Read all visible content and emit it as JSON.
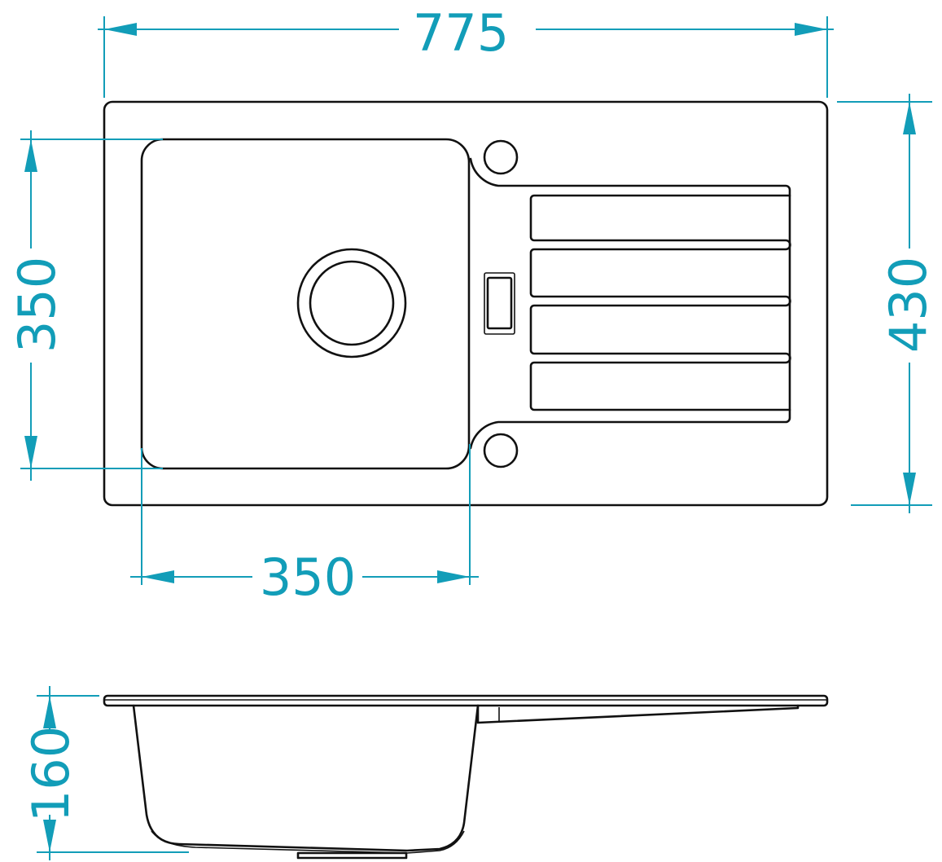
{
  "dimensions": {
    "overall_width": "775",
    "overall_depth": "430",
    "bowl_depth_front": "350",
    "bowl_width": "350",
    "bowl_height": "160"
  },
  "colors": {
    "dimension": "#129db8",
    "outline": "#111111"
  }
}
